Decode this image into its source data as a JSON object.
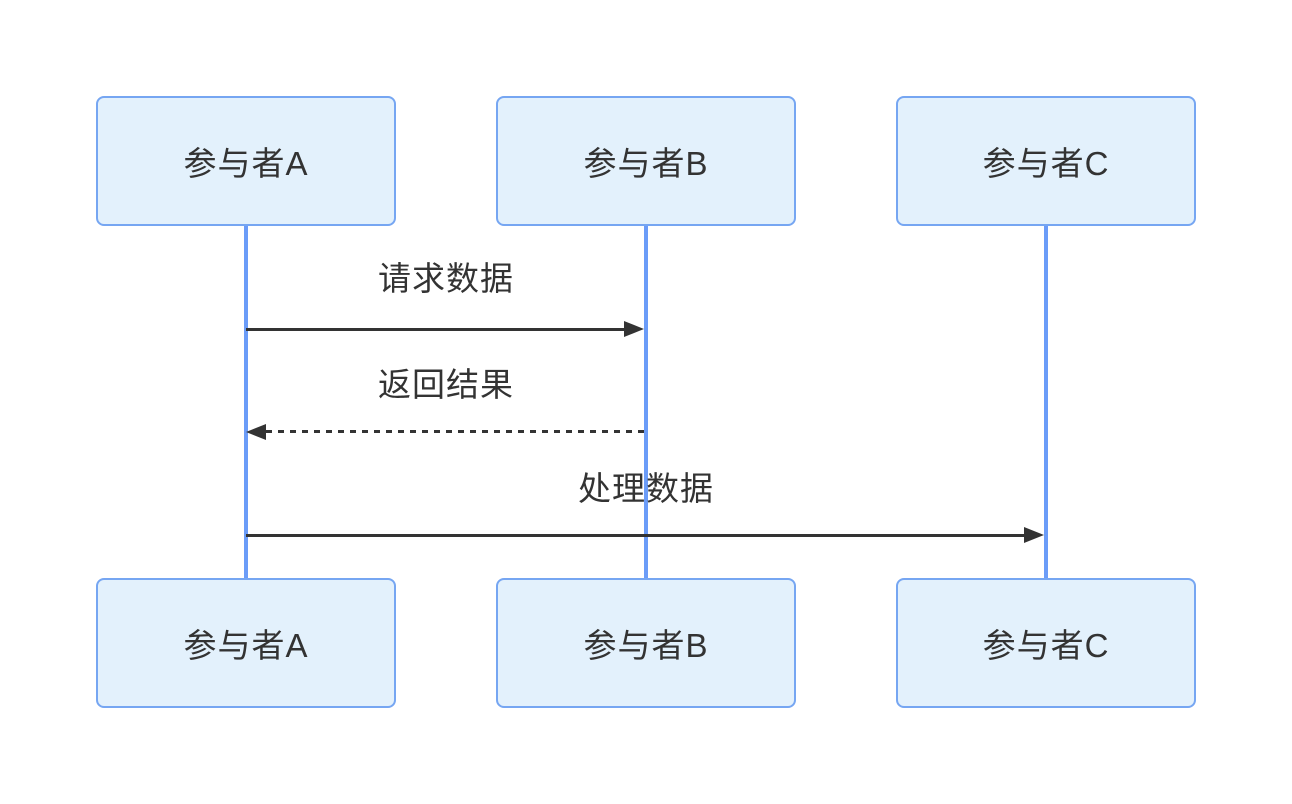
{
  "diagram": {
    "type": "sequence-diagram",
    "participants": [
      {
        "id": "A",
        "label": "参与者A"
      },
      {
        "id": "B",
        "label": "参与者B"
      },
      {
        "id": "C",
        "label": "参与者C"
      }
    ],
    "messages": [
      {
        "from": "参与者A",
        "to": "参与者B",
        "label": "请求数据",
        "line": "solid",
        "direction": "right"
      },
      {
        "from": "参与者B",
        "to": "参与者A",
        "label": "返回结果",
        "line": "dashed",
        "direction": "left"
      },
      {
        "from": "参与者A",
        "to": "参与者C",
        "label": "处理数据",
        "line": "solid",
        "direction": "right"
      }
    ],
    "colors": {
      "box_fill": "#e3f1fc",
      "box_border": "#76a6f2",
      "lifeline": "#6b9cf8",
      "arrow": "#333333",
      "text": "#333333",
      "background": "#ffffff"
    }
  }
}
